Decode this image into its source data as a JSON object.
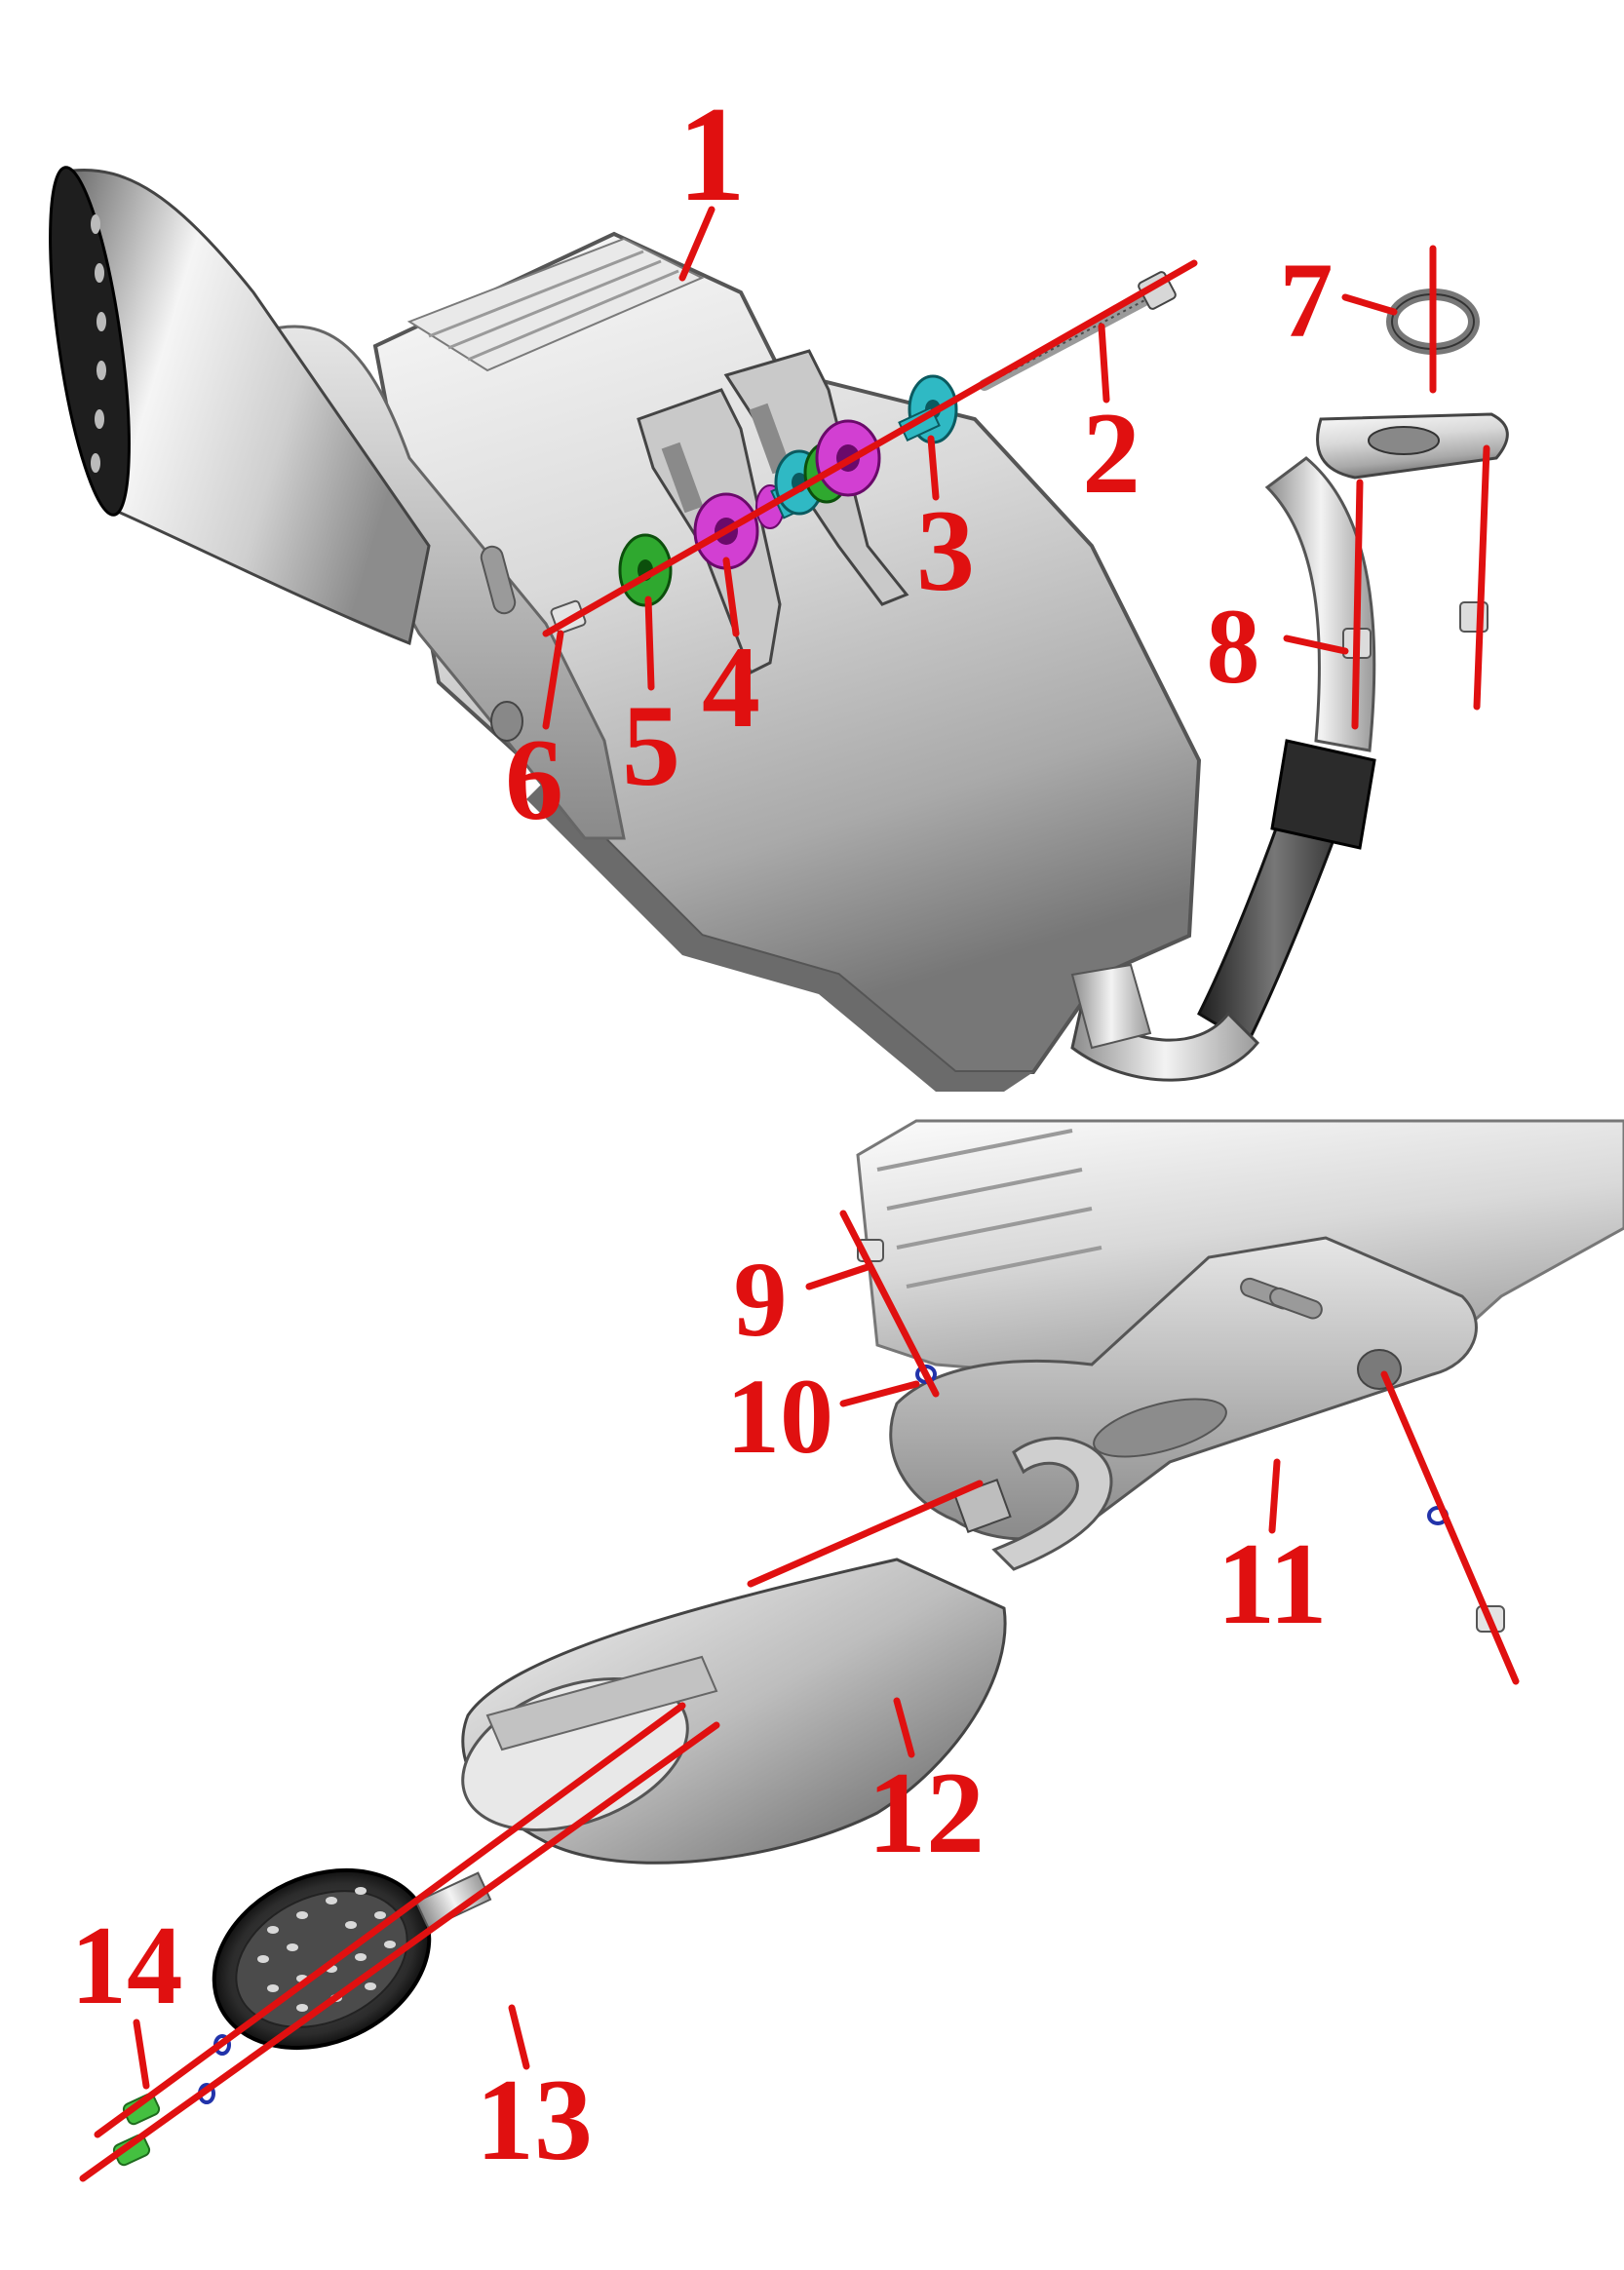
{
  "colors": {
    "callout": "#e01010",
    "metal_light": "#f2f2f2",
    "metal_mid": "#c4c4c4",
    "metal_dark": "#7d7d7d",
    "pipe_dark": "#3a3a3a",
    "bushing_magenta": "#d23fd2",
    "washer_green": "#2fa82f",
    "washer_cyan": "#2fb9c4",
    "clip_green": "#44c040",
    "oring_blue": "#2233aa"
  },
  "callouts": [
    {
      "id": "1",
      "label": "1",
      "part": "muffler-body"
    },
    {
      "id": "2",
      "label": "2",
      "part": "long-bolt"
    },
    {
      "id": "3",
      "label": "3",
      "part": "cyan-washer"
    },
    {
      "id": "4",
      "label": "4",
      "part": "rubber-bushing"
    },
    {
      "id": "5",
      "label": "5",
      "part": "green-washer"
    },
    {
      "id": "6",
      "label": "6",
      "part": "nut"
    },
    {
      "id": "7",
      "label": "7",
      "part": "exhaust-gasket"
    },
    {
      "id": "8",
      "label": "8",
      "part": "flange-nut"
    },
    {
      "id": "9",
      "label": "9",
      "part": "screw"
    },
    {
      "id": "10",
      "label": "10",
      "part": "o-ring"
    },
    {
      "id": "11",
      "label": "11",
      "part": "muffler-bracket"
    },
    {
      "id": "12",
      "label": "12",
      "part": "tail-cover"
    },
    {
      "id": "13",
      "label": "13",
      "part": "perforated-end-cap"
    },
    {
      "id": "14",
      "label": "14",
      "part": "clip-screw"
    }
  ]
}
